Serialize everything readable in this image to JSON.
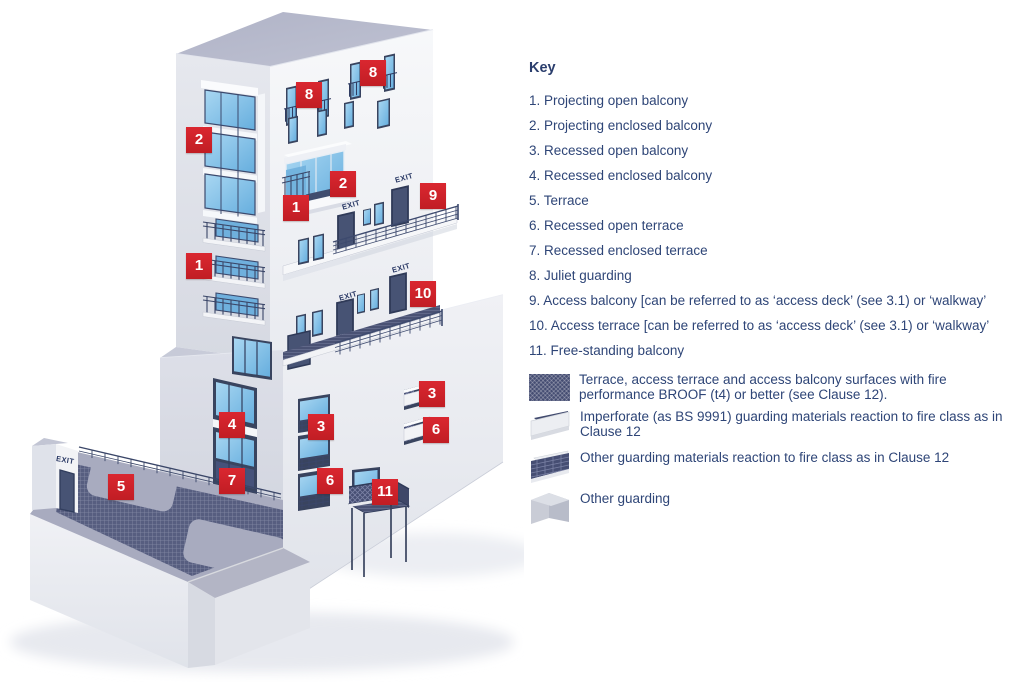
{
  "key": {
    "title": "Key",
    "items": [
      {
        "label": "1. Projecting open balcony"
      },
      {
        "label": "2. Projecting enclosed balcony"
      },
      {
        "label": "3. Recessed open balcony"
      },
      {
        "label": "4. Recessed enclosed balcony"
      },
      {
        "label": "5. Terrace"
      },
      {
        "label": "6. Recessed open terrace"
      },
      {
        "label": "7. Recessed enclosed terrace"
      },
      {
        "label": "8. Juliet guarding"
      },
      {
        "label": "9. Access balcony [can be referred to as ‘access deck’ (see 3.1) or  ‘walkway’"
      },
      {
        "label": "10. Access terrace [can be referred to as ‘access deck’ (see 3.1) or  ‘walkway’"
      },
      {
        "label": "11.  Free-standing balcony"
      }
    ],
    "swatches": [
      {
        "name": "broof-surface",
        "label": "Terrace, access terrace and access balcony surfaces with fire performance BROOF (t4) or better (see Clause 12)."
      },
      {
        "name": "imperforate-guarding",
        "label": "Imperforate (as BS 9991) guarding materials reaction to fire class as in Clause 12"
      },
      {
        "name": "other-guarding-materials",
        "label": "Other guarding materials reaction to fire class as in Clause 12"
      },
      {
        "name": "other-guarding",
        "label": "Other guarding"
      }
    ]
  },
  "diagram": {
    "exit_label": "EXIT",
    "markers": [
      {
        "value": "8"
      },
      {
        "value": "8"
      },
      {
        "value": "2"
      },
      {
        "value": "2"
      },
      {
        "value": "1"
      },
      {
        "value": "9"
      },
      {
        "value": "1"
      },
      {
        "value": "10"
      },
      {
        "value": "3"
      },
      {
        "value": "6"
      },
      {
        "value": "4"
      },
      {
        "value": "3"
      },
      {
        "value": "7"
      },
      {
        "value": "6"
      },
      {
        "value": "11"
      },
      {
        "value": "5"
      }
    ]
  },
  "colors": {
    "marker_red": "#d2202a",
    "key_text_blue": "#2e4577",
    "glass_blue": "#7fc0e8",
    "deck_navy": "#4a5274",
    "hatch_navy": "#575e80"
  }
}
